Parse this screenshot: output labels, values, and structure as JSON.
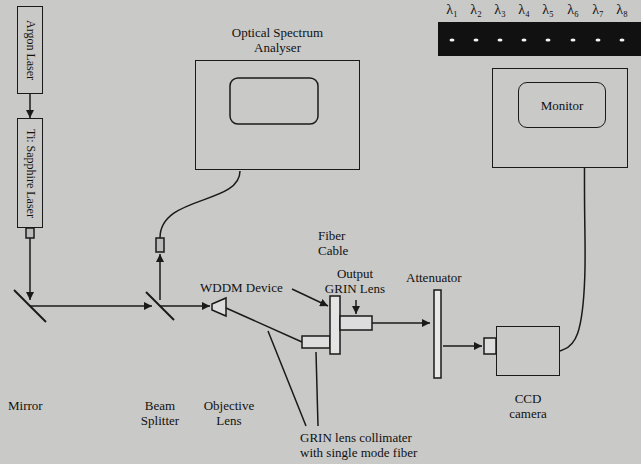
{
  "diagram": {
    "nodes": [
      {
        "text": [
          "Argon Laser"
        ]
      },
      {
        "text": [
          "Ti: Sapphire Laser"
        ]
      },
      {
        "text": [
          "Optical Spectrum Analyser"
        ]
      },
      {
        "text": [
          "Monitor"
        ]
      },
      {
        "text": [
          "CCD camera"
        ]
      }
    ],
    "edges": [
      {
        "from": 0,
        "to": 1,
        "arrow": "to"
      },
      {
        "from": 4,
        "to": 3,
        "arrow": "none"
      }
    ],
    "labels": [
      "λ₁",
      "λ₂",
      "λ₃",
      "λ₄",
      "λ₅",
      "λ₆",
      "λ₇",
      "λ₈",
      "Fiber Cable",
      "Output GRIN Lens",
      "WDDM Device",
      "Attenuator",
      "Mirror",
      "Beam Splitter",
      "Objective Lens",
      "GRIN lens collimater with single mode fiber"
    ]
  }
}
